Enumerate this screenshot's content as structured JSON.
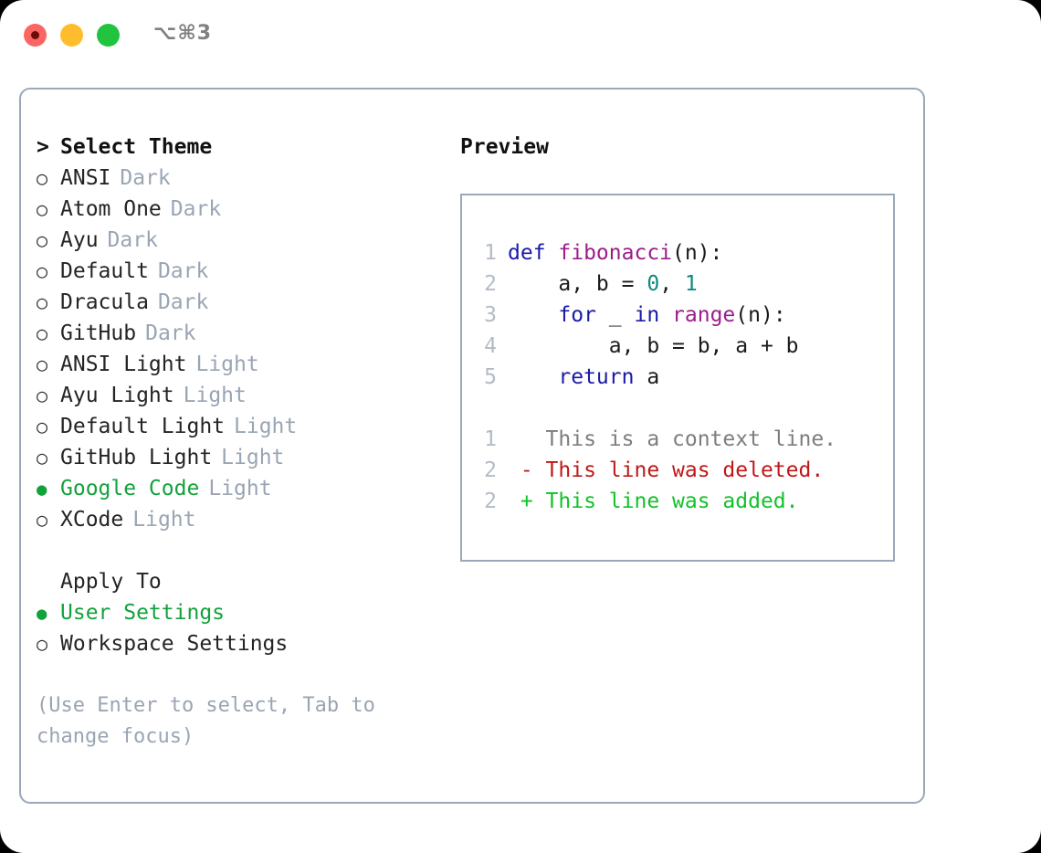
{
  "window": {
    "shortcut_title": "⌥⌘3",
    "traffic_lights": [
      {
        "name": "close",
        "color": "#fb6662"
      },
      {
        "name": "minimize",
        "color": "#ffbd2e"
      },
      {
        "name": "maximize",
        "color": "#22c33e"
      }
    ]
  },
  "theme_picker": {
    "header": {
      "marker": ">",
      "label": "Select Theme"
    },
    "items": [
      {
        "marker": "○",
        "label": "ANSI",
        "tag": "Dark",
        "selected": false
      },
      {
        "marker": "○",
        "label": "Atom One",
        "tag": "Dark",
        "selected": false
      },
      {
        "marker": "○",
        "label": "Ayu",
        "tag": "Dark",
        "selected": false
      },
      {
        "marker": "○",
        "label": "Default",
        "tag": "Dark",
        "selected": false
      },
      {
        "marker": "○",
        "label": "Dracula",
        "tag": "Dark",
        "selected": false
      },
      {
        "marker": "○",
        "label": "GitHub",
        "tag": "Dark",
        "selected": false
      },
      {
        "marker": "○",
        "label": "ANSI Light",
        "tag": "Light",
        "selected": false
      },
      {
        "marker": "○",
        "label": "Ayu Light",
        "tag": "Light",
        "selected": false
      },
      {
        "marker": "○",
        "label": "Default Light",
        "tag": "Light",
        "selected": false
      },
      {
        "marker": "○",
        "label": "GitHub Light",
        "tag": "Light",
        "selected": false
      },
      {
        "marker": "●",
        "label": "Google Code",
        "tag": "Light",
        "selected": true
      },
      {
        "marker": "○",
        "label": "XCode",
        "tag": "Light",
        "selected": false
      }
    ]
  },
  "apply_to": {
    "header_label": "Apply To",
    "options": [
      {
        "marker": "●",
        "label": "User Settings",
        "selected": true
      },
      {
        "marker": "○",
        "label": "Workspace Settings",
        "selected": false
      }
    ]
  },
  "hint": "(Use Enter to select, Tab to change focus)",
  "preview": {
    "title": "Preview",
    "code_lines": [
      {
        "no": "1",
        "tokens": [
          {
            "t": "def ",
            "c": "kw"
          },
          {
            "t": "fibonacci",
            "c": "fn"
          },
          {
            "t": "(n):",
            "c": "plain"
          }
        ]
      },
      {
        "no": "2",
        "tokens": [
          {
            "t": "    a, b = ",
            "c": "plain"
          },
          {
            "t": "0",
            "c": "num"
          },
          {
            "t": ", ",
            "c": "plain"
          },
          {
            "t": "1",
            "c": "num"
          }
        ]
      },
      {
        "no": "3",
        "tokens": [
          {
            "t": "    ",
            "c": "plain"
          },
          {
            "t": "for",
            "c": "kw"
          },
          {
            "t": " _ ",
            "c": "plain"
          },
          {
            "t": "in",
            "c": "kw"
          },
          {
            "t": " ",
            "c": "plain"
          },
          {
            "t": "range",
            "c": "fn"
          },
          {
            "t": "(n):",
            "c": "plain"
          }
        ]
      },
      {
        "no": "4",
        "tokens": [
          {
            "t": "        a, b = b, a + b",
            "c": "plain"
          }
        ]
      },
      {
        "no": "5",
        "tokens": [
          {
            "t": "    ",
            "c": "plain"
          },
          {
            "t": "return",
            "c": "kw"
          },
          {
            "t": " a",
            "c": "plain"
          }
        ]
      }
    ],
    "diff_lines": [
      {
        "no": "1",
        "sign": " ",
        "text": "This is a context line.",
        "kind": "ctx"
      },
      {
        "no": "2",
        "sign": "-",
        "text": "This line was deleted.",
        "kind": "del"
      },
      {
        "no": "2",
        "sign": "+",
        "text": "This line was added.",
        "kind": "add"
      }
    ]
  },
  "colors": {
    "accent_green": "#12a23c",
    "border": "#9aa8ba",
    "muted_tag": "#9aa5b4",
    "keyword": "#1a1aa8",
    "function": "#9c1d8a",
    "number": "#0f8a7e",
    "diff_deleted": "#c01818",
    "diff_added": "#11c22a",
    "diff_context": "#7d7d7d"
  }
}
